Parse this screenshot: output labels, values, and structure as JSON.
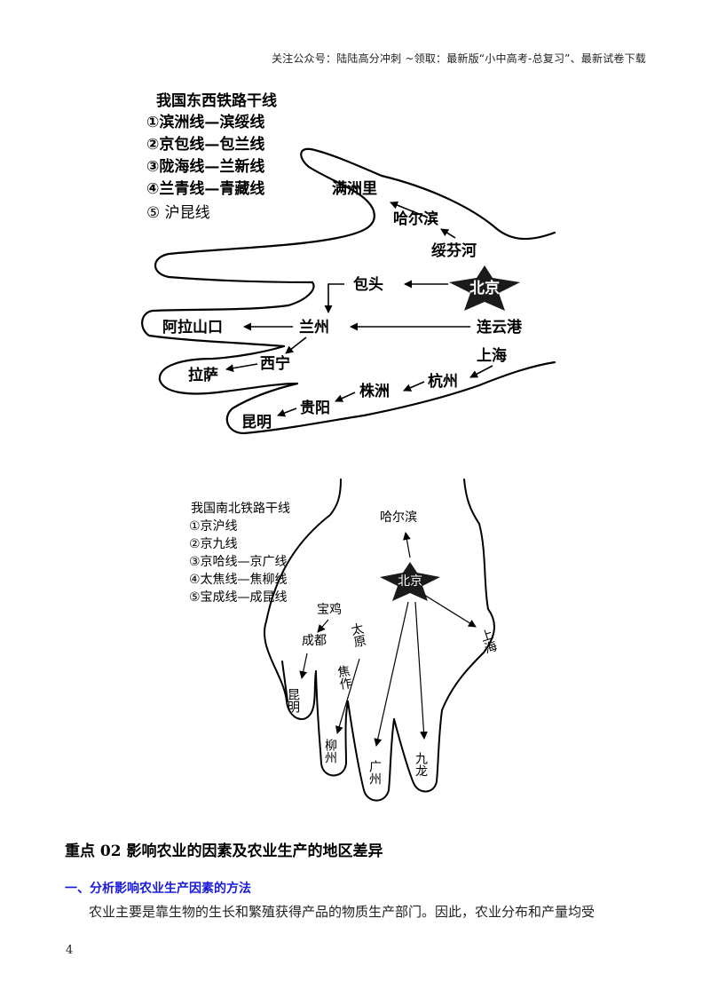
{
  "header": {
    "note": "关注公众号：陆陆高分冲刺 ~领取：最新版“小中高考-总复习”、最新试卷下载"
  },
  "east_west_diagram": {
    "title": "我国东西铁路干线",
    "legend": [
      "①滨洲线—滨绥线",
      "②京包线—包兰线",
      "③陇海线—兰新线",
      "④兰青线—青藏线",
      "⑤ 沪昆线"
    ],
    "cities": {
      "manzhouli": "满洲里",
      "haerbin": "哈尔滨",
      "suifenhe": "绥芬河",
      "beijing": "北京",
      "baotou": "包头",
      "alashankou": "阿拉山口",
      "lanzhou": "兰州",
      "lianyungang": "连云港",
      "shanghai": "上海",
      "xining": "西宁",
      "lasa": "拉萨",
      "hangzhou": "杭州",
      "zhuzhou": "株洲",
      "guiyang": "贵阳",
      "kunming": "昆明"
    }
  },
  "north_south_diagram": {
    "title": "我国南北铁路干线",
    "legend": [
      "①京沪线",
      "②京九线",
      "③京哈线—京广线",
      "④太焦线—焦柳线",
      "⑤宝成线—成昆线"
    ],
    "cities": {
      "haerbin": "哈尔滨",
      "beijing": "北京",
      "baoji": "宝鸡",
      "chengdu": "成都",
      "kunming": "昆明",
      "taiyuan": "太原",
      "jiaozuo": "焦作",
      "liuzhou": "柳州",
      "guangzhou": "广州",
      "jiulong": "九龙",
      "shanghai": "上海"
    }
  },
  "section": {
    "heading": "重点 02  影响农业的因素及农业生产的地区差异",
    "subheading": "一、分析影响农业生产因素的方法",
    "paragraph": "农业主要是靠生物的生长和繁殖获得产品的物质生产部门。因此，农业分布和产量均受"
  },
  "page_number": "4"
}
